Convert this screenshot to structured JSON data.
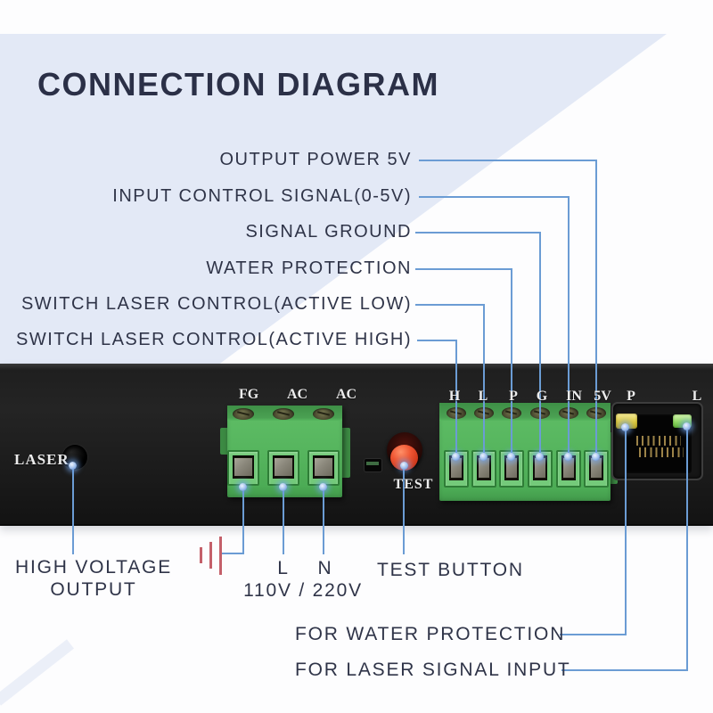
{
  "title": "CONNECTION DIAGRAM",
  "pin_labels": {
    "output_power": "OUTPUT POWER 5V",
    "input_control": "INPUT CONTROL SIGNAL(0-5V)",
    "signal_ground": "SIGNAL GROUND",
    "water_protection": "WATER PROTECTION",
    "switch_low": "SWITCH LASER CONTROL(ACTIVE LOW)",
    "switch_high": "SWITCH LASER CONTROL(ACTIVE HIGH)"
  },
  "panel": {
    "laser": "LASER",
    "test": "TEST",
    "block3_pins": [
      "FG",
      "AC",
      "AC"
    ],
    "block6_pins": [
      "H",
      "L",
      "P",
      "G",
      "IN",
      "5V"
    ],
    "rj45_pins": {
      "p": "P",
      "l": "L"
    }
  },
  "bottom_labels": {
    "high_voltage_1": "HIGH VOLTAGE",
    "high_voltage_2": "OUTPUT",
    "line_l": "L",
    "line_n": "N",
    "voltage": "110V / 220V",
    "test_button": "TEST BUTTON",
    "for_water": "FOR WATER PROTECTION",
    "for_laser": "FOR LASER SIGNAL INPUT"
  },
  "colors": {
    "accent_line": "#6b9cd4",
    "background_tint": "#e3e9f6",
    "panel_black": "#1c1c1c",
    "terminal_green": "#55b45d",
    "button_red": "#ef5633",
    "led_yellow": "#ddc93f",
    "led_green": "#8cd65e",
    "ground_symbol_red": "#c4606a",
    "text_navy": "#2f3448"
  }
}
